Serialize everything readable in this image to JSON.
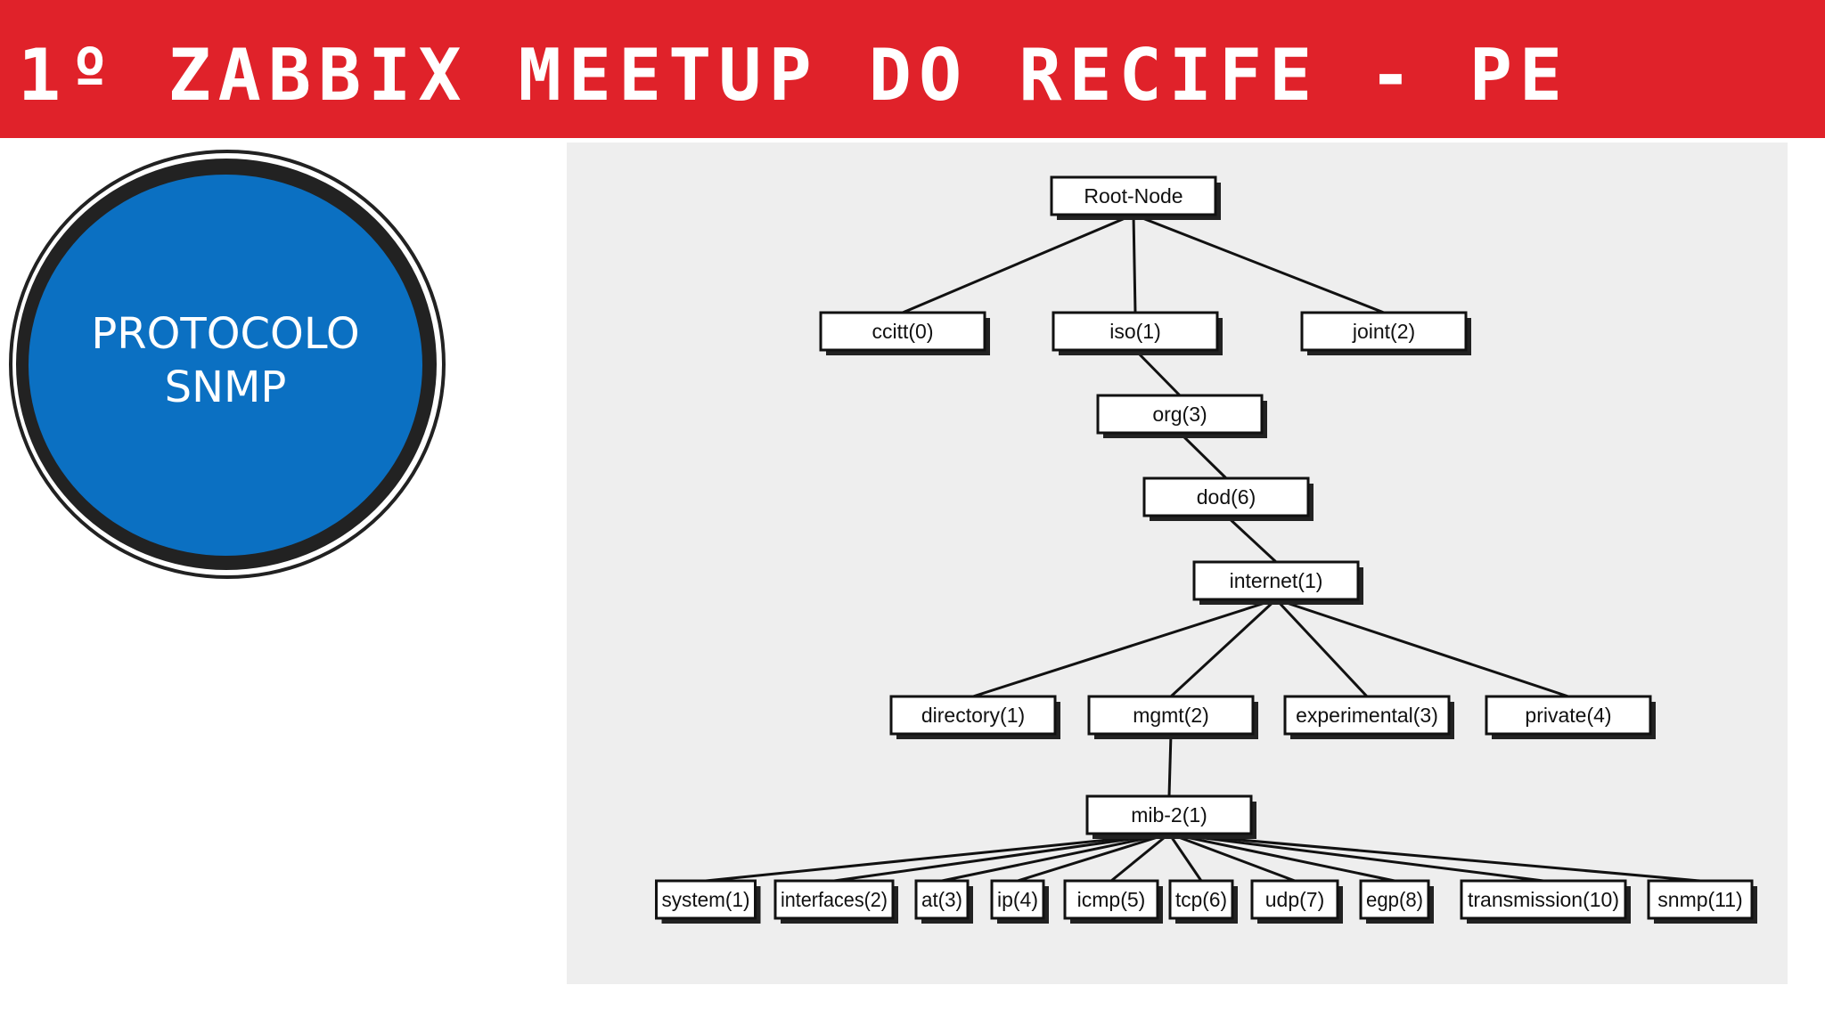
{
  "header": {
    "title": "1º ZABBIX MEETUP DO RECIFE - PE"
  },
  "sidebar_circle": {
    "line1": "PROTOCOLO",
    "line2": "SNMP"
  },
  "tree": {
    "root": "Root-Node",
    "level1": [
      "ccitt(0)",
      "iso(1)",
      "joint(2)"
    ],
    "org": "org(3)",
    "dod": "dod(6)",
    "internet": "internet(1)",
    "level5": [
      "directory(1)",
      "mgmt(2)",
      "experimental(3)",
      "private(4)"
    ],
    "mib2": "mib-2(1)",
    "leaves": [
      "system(1)",
      "interfaces(2)",
      "at(3)",
      "ip(4)",
      "icmp(5)",
      "tcp(6)",
      "udp(7)",
      "egp(8)",
      "transmission(10)",
      "snmp(11)"
    ]
  },
  "colors": {
    "banner": "#e0222a",
    "circle_fill": "#0b70c2",
    "circle_ring": "#222222"
  }
}
